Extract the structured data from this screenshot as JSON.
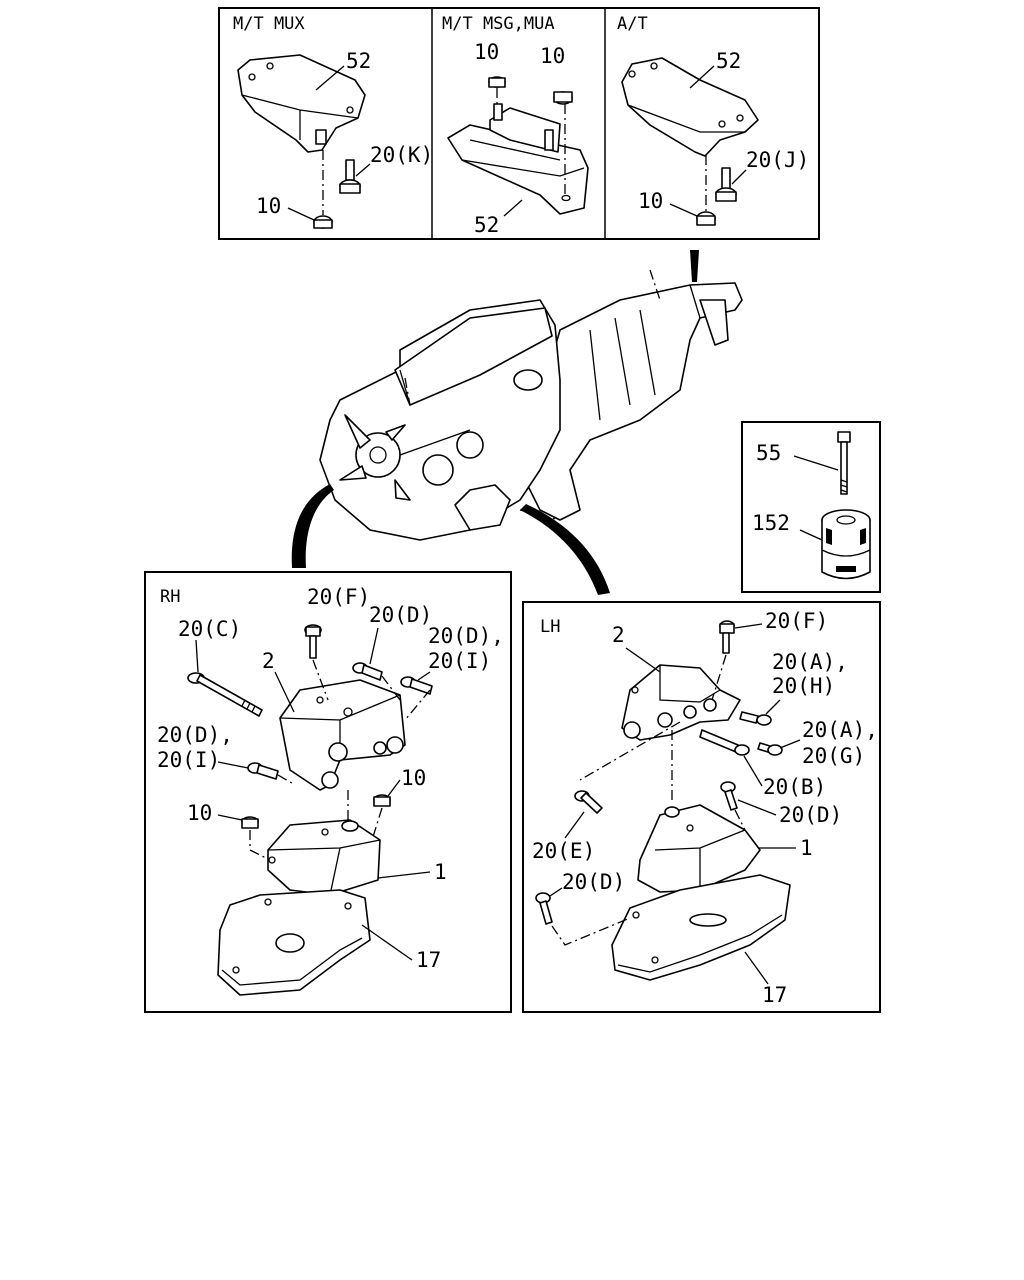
{
  "panels": {
    "top": {
      "mux": {
        "header": "M/T MUX",
        "part_bracket": "52",
        "part_bolt": "20(K)",
        "part_nut": "10"
      },
      "msg": {
        "header": "M/T MSG,MUA",
        "part_nut_left": "10",
        "part_nut_right": "10",
        "part_bracket": "52"
      },
      "at": {
        "header": "A/T",
        "part_bracket": "52",
        "part_bolt": "20(J)",
        "part_nut": "10"
      }
    },
    "kit": {
      "part_bolt": "55",
      "part_insulator": "152"
    },
    "rh": {
      "header": "RH",
      "bolt_f": "20(F)",
      "bolt_d": "20(D)",
      "bolt_d_i_a": "20(D),",
      "bolt_d_i_b": "20(I)",
      "bolt_c": "20(C)",
      "part_bracket": "2",
      "bolt_d_i2_a": "20(D),",
      "bolt_d_i2_b": "20(I)",
      "nut_right": "10",
      "nut_left": "10",
      "part_mount": "1",
      "part_plate": "17"
    },
    "lh": {
      "header": "LH",
      "part_bracket": "2",
      "bolt_f": "20(F)",
      "bolt_a_h_a": "20(A),",
      "bolt_a_h_b": "20(H)",
      "bolt_a_g_a": "20(A),",
      "bolt_a_g_b": "20(G)",
      "bolt_b": "20(B)",
      "bolt_d": "20(D)",
      "bolt_e": "20(E)",
      "bolt_d2": "20(D)",
      "part_mount": "1",
      "part_plate": "17"
    }
  }
}
